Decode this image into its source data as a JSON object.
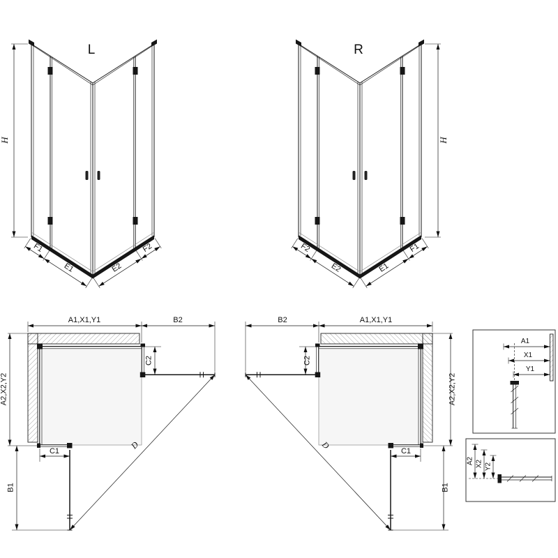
{
  "front_views": {
    "left": {
      "title": "L",
      "height_dim": "H",
      "bottom_dims": [
        "F1",
        "E1",
        "E2",
        "F2"
      ]
    },
    "right": {
      "title": "R",
      "height_dim": "H",
      "bottom_dims": [
        "F2",
        "E2",
        "E1",
        "F1"
      ]
    }
  },
  "plan_views": {
    "left": {
      "top_dim": "A1,X1,Y1",
      "door_top_dim": "B2",
      "return_top_dim": "C2",
      "side_dim": "A2,X2,Y2",
      "return_bottom_dim": "C1",
      "door_bottom_dim": "B1",
      "diagonal_dim": "D"
    },
    "right": {
      "top_dim": "A1,X1,Y1",
      "door_top_dim": "B2",
      "return_top_dim": "C2",
      "side_dim": "A2,X2,Y2",
      "return_bottom_dim": "C1",
      "door_bottom_dim": "B1",
      "diagonal_dim": "D"
    }
  },
  "detail_views": {
    "wall_profile_vertical": {
      "dims": [
        "A1",
        "X1",
        "Y1"
      ]
    },
    "wall_profile_horizontal": {
      "dims": [
        "A2",
        "X2",
        "Y2"
      ]
    }
  },
  "colors": {
    "line": "#161616",
    "tray_fill": "#f6f6f6",
    "background": "#ffffff"
  }
}
